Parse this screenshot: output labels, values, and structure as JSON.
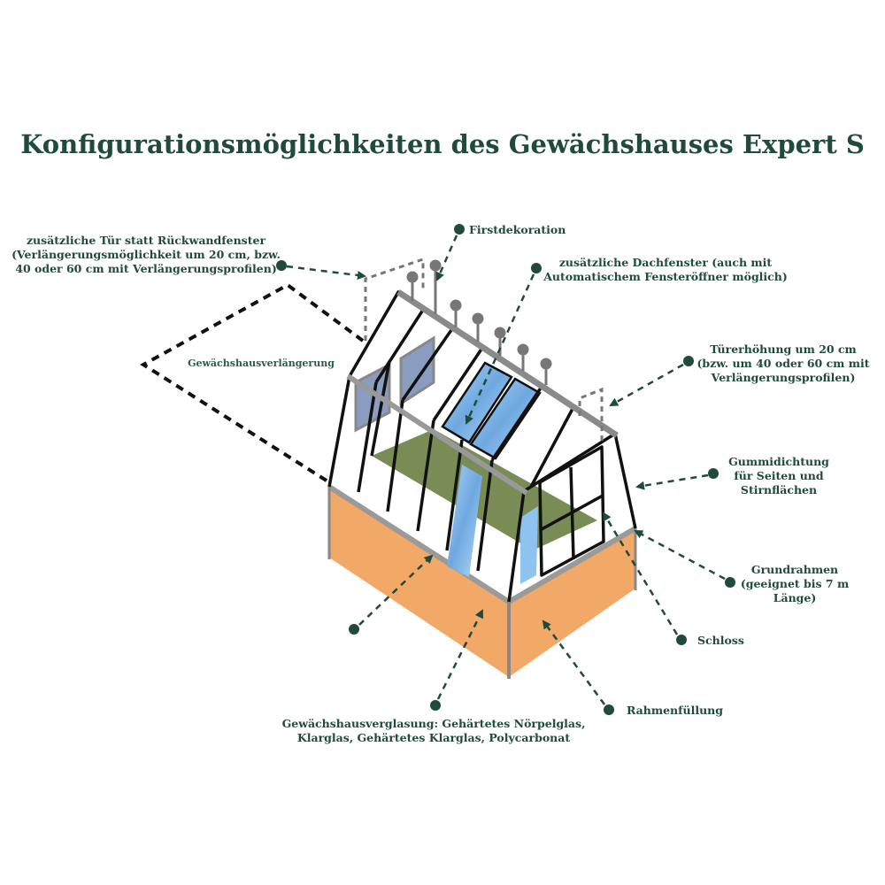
{
  "title": "Konfigurationsmöglichkeiten des Gewächshauses Expert S",
  "colors": {
    "accent": "#1f4a3c",
    "frame_fill": "#f2a866",
    "floor": "#7a8c55",
    "glass_blue": "#8fc3ef"
  },
  "labels": {
    "door_back": [
      "zusätzliche Tür statt Rückwandfenster",
      "(Verlängerungsmöglichkeit um 20 cm, bzw.",
      "40 oder 60 cm mit Verlängerungsprofilen)"
    ],
    "ridge_decoration": "Firstdekoration",
    "roof_windows": [
      "zusätzliche Dachfenster (auch mit",
      "Automatischem Fensteröffner möglich)"
    ],
    "door_raise": [
      "Türerhöhung um 20 cm",
      "(bzw. um 40 oder 60 cm mit",
      "Verlängerungsprofilen)"
    ],
    "rubber_seal": [
      "Gummidichtung",
      "für Seiten und",
      "Stirnflächen"
    ],
    "base_frame": [
      "Grundrahmen",
      "(geeignet bis 7 m",
      "Länge)"
    ],
    "lock": "Schloss",
    "frame_filling": "Rahmenfüllung",
    "glazing": [
      "Gewächshausverglasung: Gehärtetes Nörpelglas,",
      "Klarglas, Gehärtetes Klarglas, Polycarbonat"
    ],
    "extension": "Gewächshausverlängerung"
  }
}
